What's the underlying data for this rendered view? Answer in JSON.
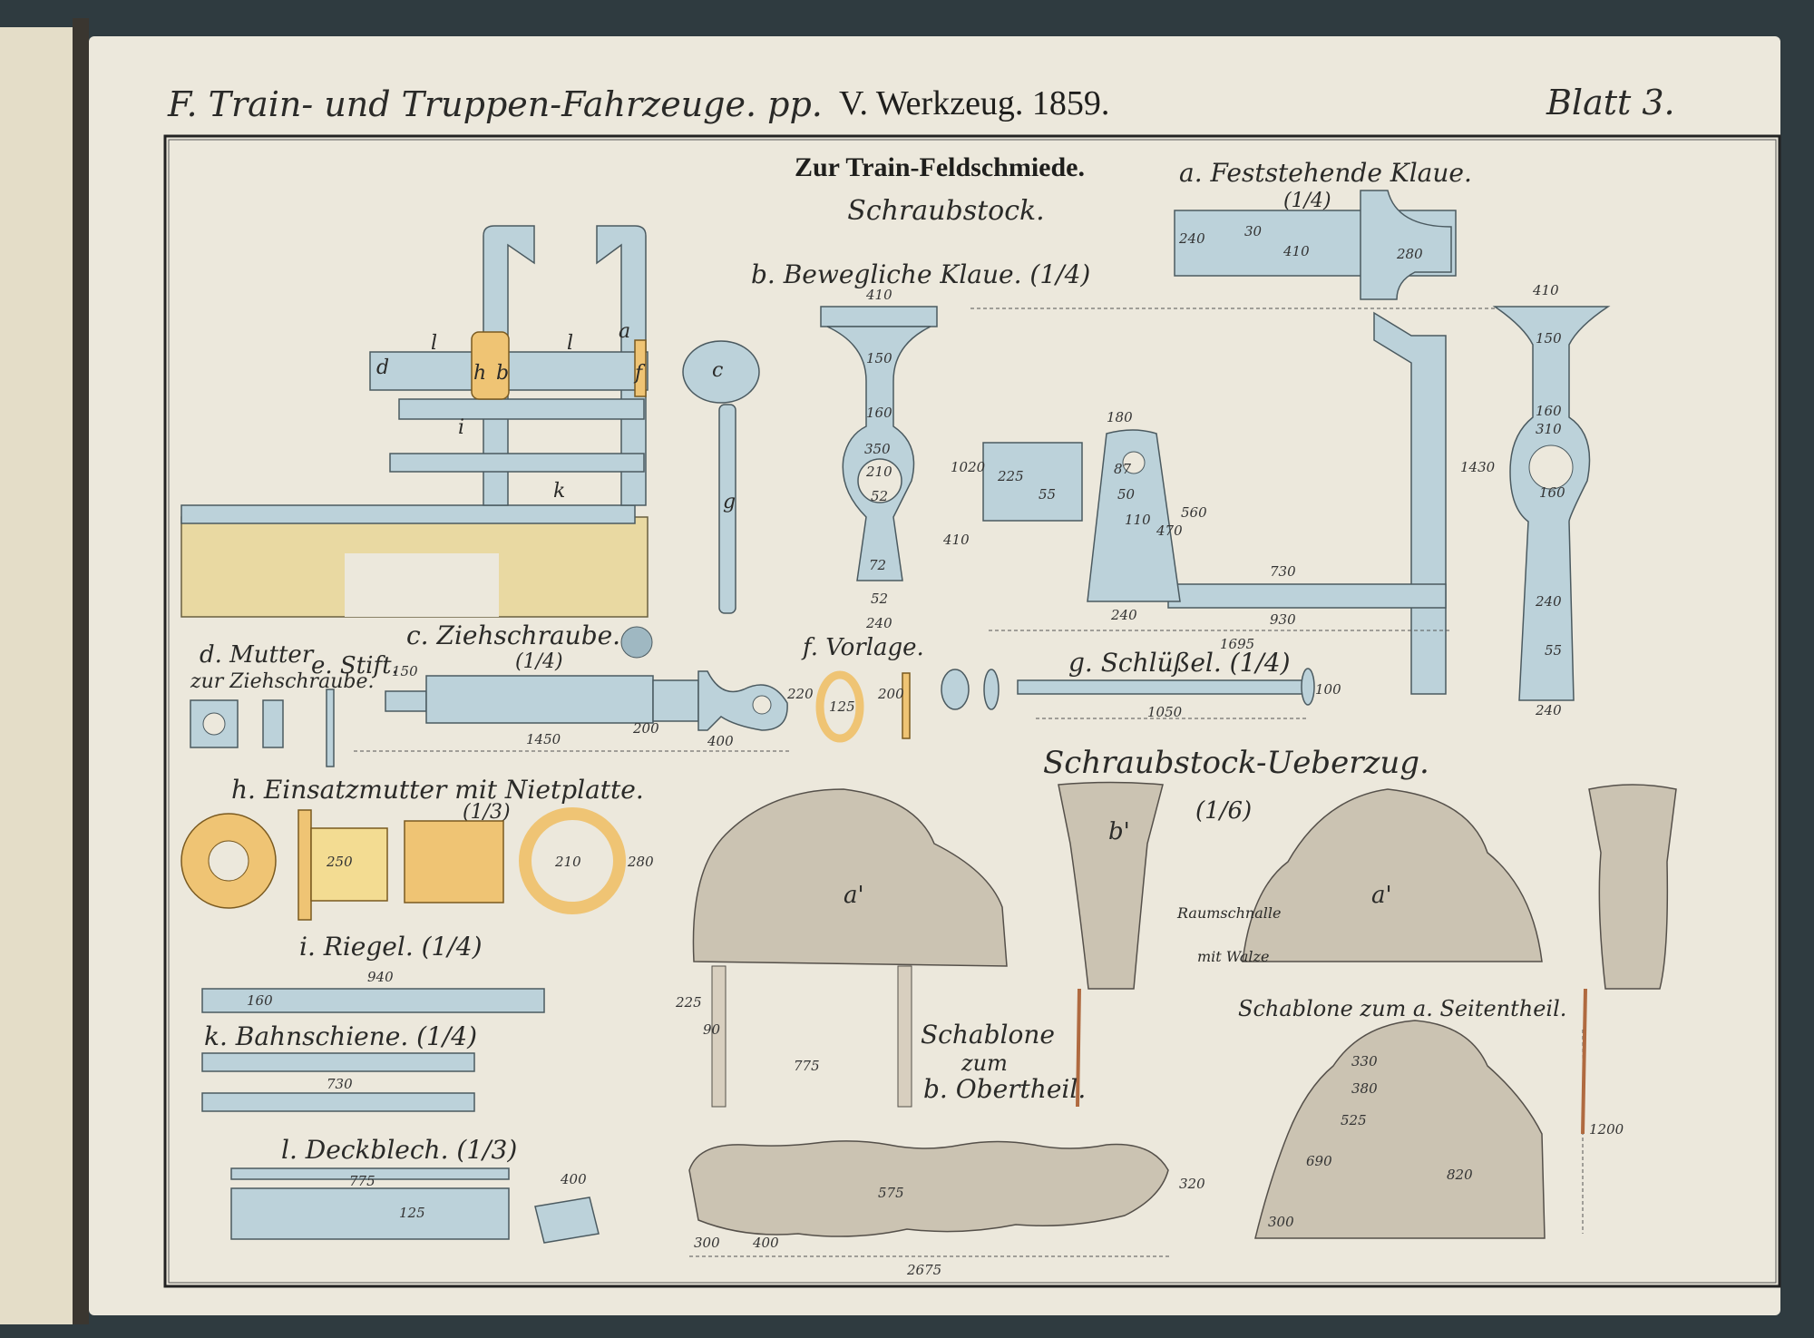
{
  "header": {
    "left": "F. Train- und Truppen-Fahrzeuge. pp.",
    "center": "V. Werkzeug. 1859.",
    "right": "Blatt 3."
  },
  "titles": {
    "main": "Zur Train-Feldschmiede.",
    "sub": "Schraubstock."
  },
  "parts": {
    "a": "a. Feststehende Klaue.",
    "a_scale": "(1/4)",
    "b": "b. Bewegliche Klaue. (1/4)",
    "c": "c. Ziehschraube.",
    "c_scale": "(1/4)",
    "d": "d. Mutter",
    "d2": "zur Ziehschraube.",
    "e": "e. Stift.",
    "f": "f. Vorlage.",
    "g": "g. Schlüßel. (1/4)",
    "h": "h. Einsatzmutter mit Nietplatte.",
    "h_scale": "(1/3)",
    "i": "i. Riegel. (1/4)",
    "k": "k. Bahnschiene. (1/4)",
    "l": "l. Deckblech. (1/3)"
  },
  "cover": {
    "title": "Schraubstock-Ueberzug.",
    "scale": "(1/6)",
    "piece_a": "a'",
    "piece_b": "b'",
    "strap1": "Raumschnalle",
    "strap2": "mit Walze",
    "template_b1": "Schablone",
    "template_b2": "zum",
    "template_b3": "b. Obertheil.",
    "template_a": "Schablone zum a. Seitentheil."
  },
  "vise_letters": [
    "a",
    "b",
    "c",
    "d",
    "f",
    "g",
    "h",
    "i",
    "k",
    "l",
    "l"
  ],
  "dimensions": [
    "410",
    "150",
    "160",
    "350",
    "210",
    "52",
    "72",
    "52",
    "240",
    "1020",
    "410",
    "180",
    "225",
    "55",
    "87",
    "50",
    "110",
    "470",
    "560",
    "730",
    "930",
    "1695",
    "240",
    "410",
    "150",
    "160",
    "310",
    "160",
    "240",
    "55",
    "240",
    "1430",
    "30",
    "410",
    "280",
    "240",
    "150",
    "1450",
    "400",
    "200",
    "220",
    "125",
    "200",
    "1050",
    "100",
    "250",
    "210",
    "280",
    "940",
    "160",
    "730",
    "775",
    "125",
    "400",
    "2675",
    "300",
    "400",
    "575",
    "320",
    "330",
    "380",
    "525",
    "690",
    "820",
    "300",
    "1200",
    "90",
    "225",
    "775"
  ],
  "colors": {
    "iron": "#bcd2da",
    "wood": "#e9d9a2",
    "brass": "#efc474",
    "leather": "#cbc3b2",
    "paper": "#ece8dc"
  }
}
